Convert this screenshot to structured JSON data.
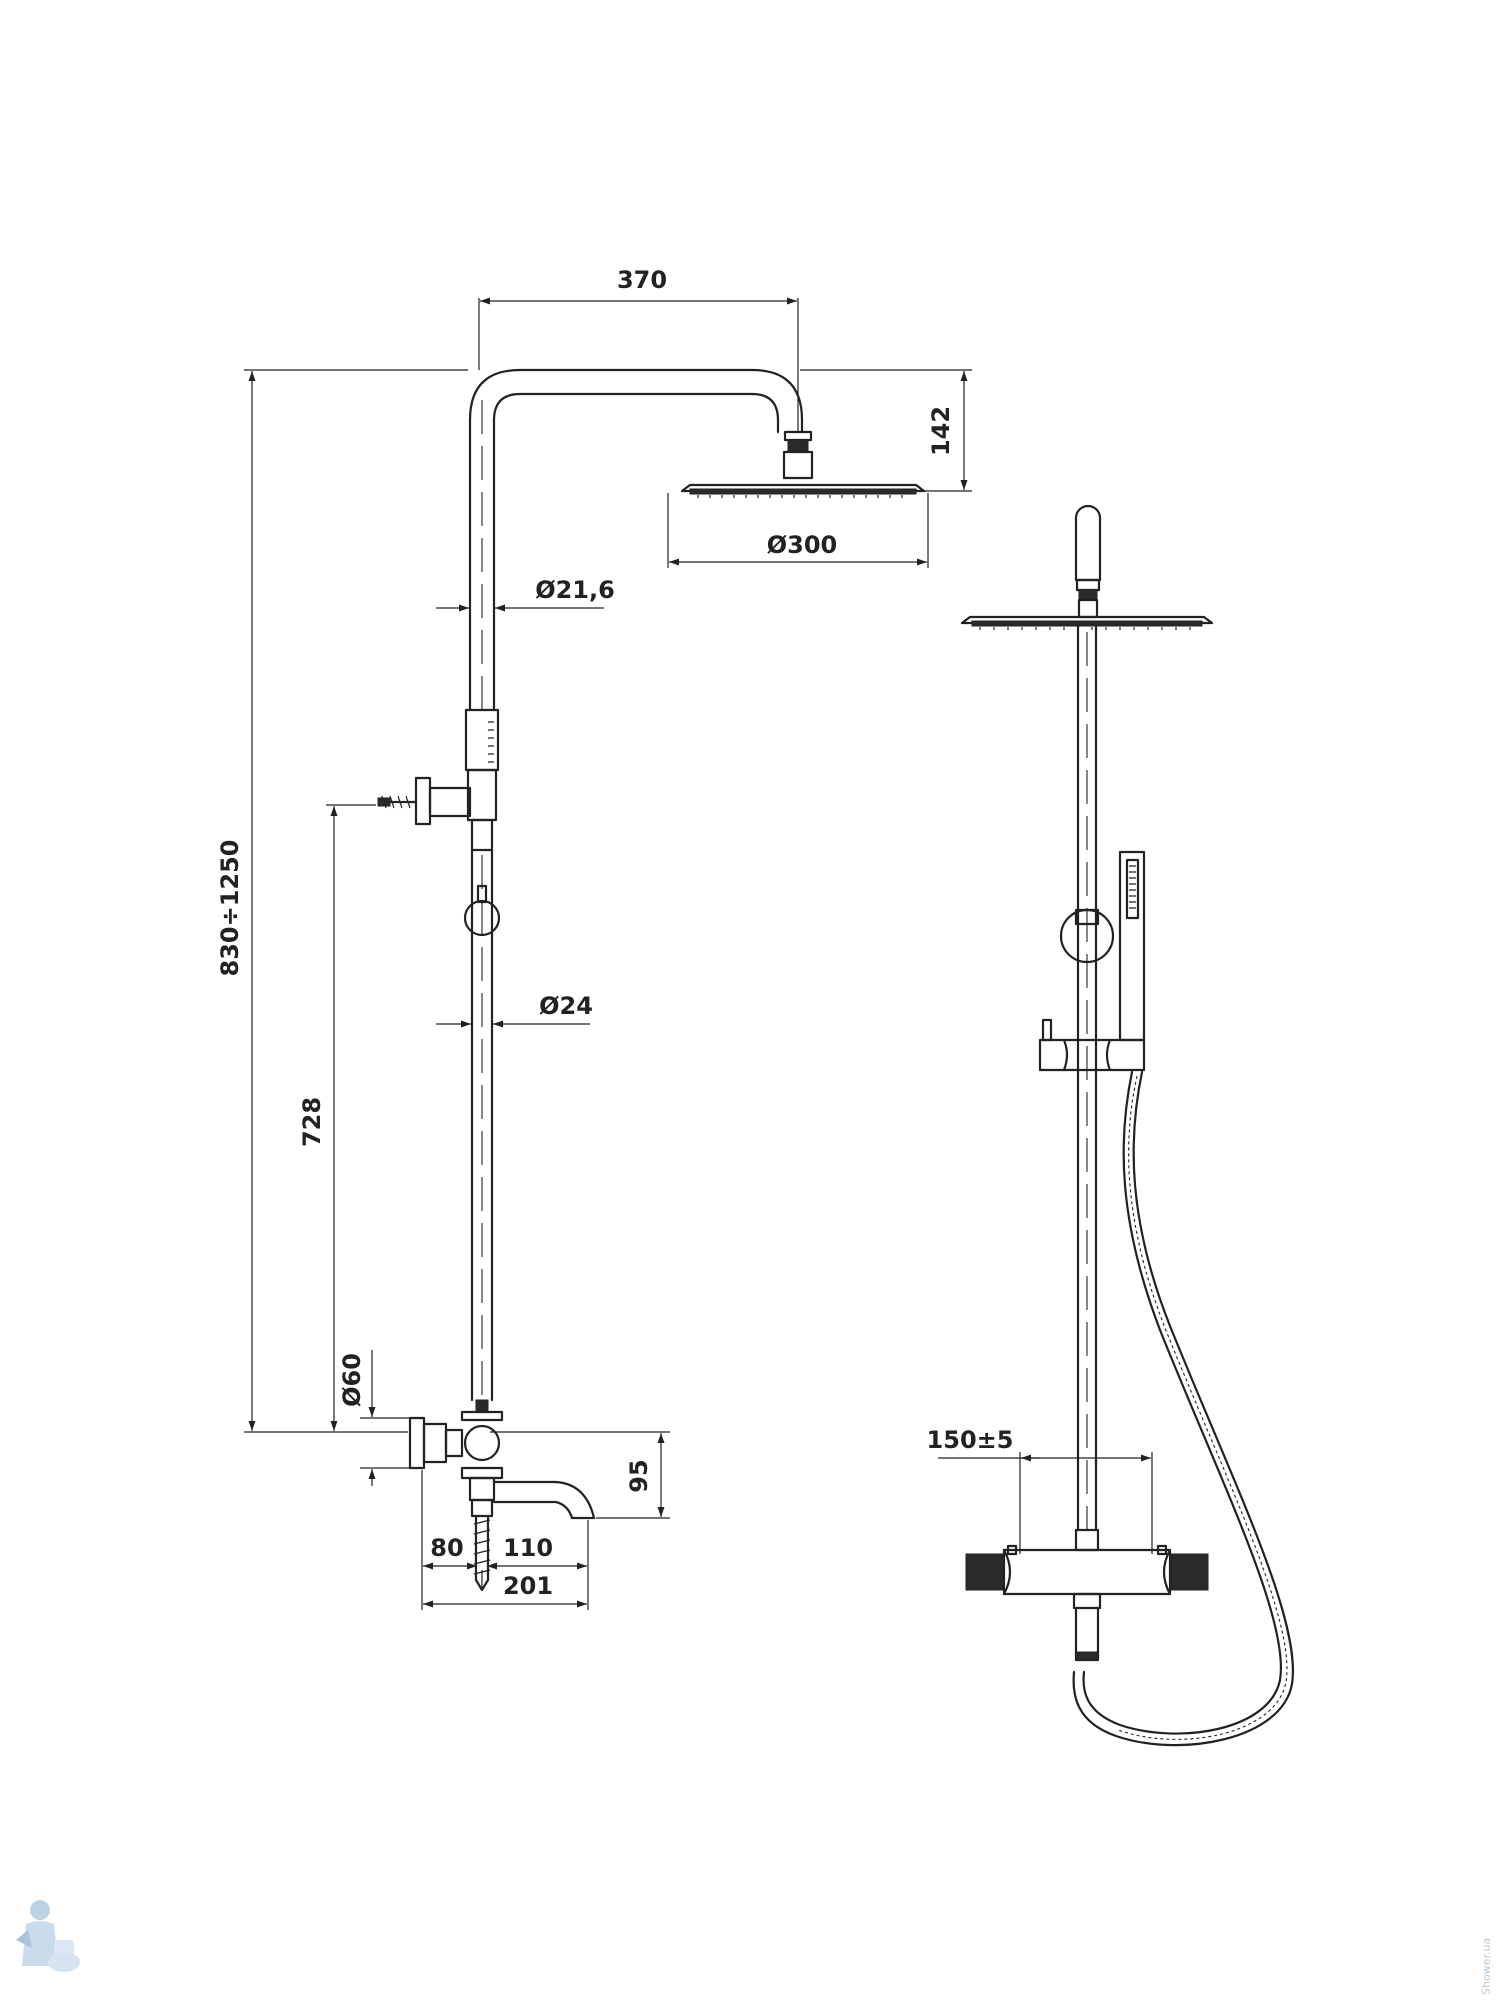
{
  "drawing": {
    "front_view_dimensions": {
      "arm_reach": "370",
      "head_drop": "142",
      "head_diameter": "Ø300",
      "upper_pipe_diameter": "Ø21,6",
      "lower_pipe_diameter": "Ø24",
      "total_height": "830÷1250",
      "bracket_height": "728",
      "rosette_diameter": "Ø60",
      "spout_drop": "95",
      "wall_offset": "80",
      "spout_reach": "110",
      "total_projection": "201"
    },
    "side_view_dimensions": {
      "inlet_spacing": "150±5"
    },
    "watermark": "Shower.ua"
  }
}
